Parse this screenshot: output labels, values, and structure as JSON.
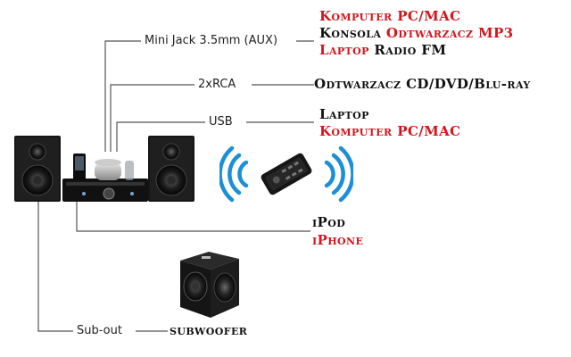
{
  "connections": {
    "aux": {
      "label": "Mini Jack 3.5mm (AUX)",
      "devices": [
        {
          "parts": [
            {
              "text": "Komputer PC/MAC",
              "color": "#d4141c"
            }
          ]
        },
        {
          "parts": [
            {
              "text": "Konsola",
              "color": "#111111"
            },
            {
              "text": "Odtwarzacz MP3",
              "color": "#d4141c"
            }
          ]
        },
        {
          "parts": [
            {
              "text": "Laptop",
              "color": "#d4141c"
            },
            {
              "text": "Radio FM",
              "color": "#111111"
            }
          ]
        }
      ]
    },
    "rca": {
      "label": "2xRCA",
      "devices": [
        {
          "parts": [
            {
              "text": "Odtwarzacz CD/DVD/Blu-ray",
              "color": "#111111"
            }
          ]
        }
      ]
    },
    "usb": {
      "label": "USB",
      "devices": [
        {
          "parts": [
            {
              "text": "Laptop",
              "color": "#111111"
            }
          ]
        },
        {
          "parts": [
            {
              "text": "Komputer PC/MAC",
              "color": "#d4141c"
            }
          ]
        }
      ]
    },
    "dock": {
      "devices": [
        {
          "parts": [
            {
              "text": "iPod",
              "color": "#111111"
            }
          ]
        },
        {
          "parts": [
            {
              "text": "iPhone",
              "color": "#d4141c"
            }
          ]
        }
      ]
    },
    "subout": {
      "label": "Sub-out",
      "device": "subwoofer"
    }
  },
  "colors": {
    "accent": "#d4141c",
    "wifi": "#1c8fd6",
    "line": "#555555"
  },
  "icons": [
    "stereo-system-icon",
    "remote-control-icon",
    "wireless-signal-icon",
    "subwoofer-icon"
  ]
}
